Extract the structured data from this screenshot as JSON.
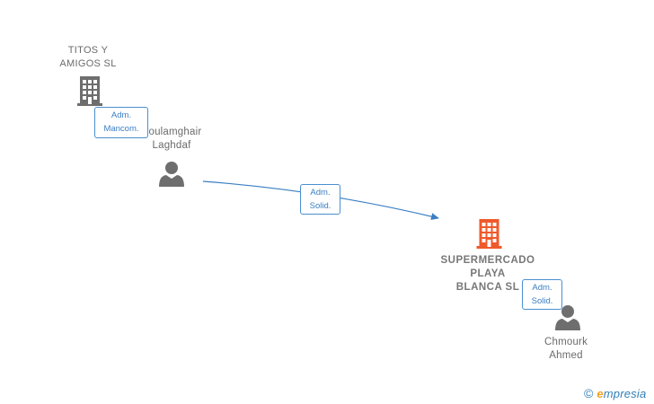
{
  "nodes": {
    "titos": {
      "type": "company",
      "label_lines": [
        "TITOS Y",
        "AMIGOS  SL"
      ],
      "icon": "building-icon",
      "color": "#6e6e6e"
    },
    "boulamghair": {
      "type": "person",
      "label_lines": [
        "Boulamghair",
        "Laghdaf"
      ],
      "icon": "person-icon",
      "color": "#6e6e6e"
    },
    "supermercado": {
      "type": "company",
      "label_lines": [
        "SUPERMERCADO",
        "PLAYA",
        "BLANCA  SL"
      ],
      "icon": "building-icon",
      "color": "#ef5a2b"
    },
    "chmourk": {
      "type": "person",
      "label_lines": [
        "Chmourk",
        "Ahmed"
      ],
      "icon": "person-icon",
      "color": "#6e6e6e"
    }
  },
  "relations": [
    {
      "id": "rel1",
      "from": "boulamghair",
      "to": "titos",
      "label_lines": [
        "Adm.",
        "Mancom."
      ]
    },
    {
      "id": "rel2",
      "from": "boulamghair",
      "to": "supermercado",
      "label_lines": [
        "Adm.",
        "Solid."
      ]
    },
    {
      "id": "rel3",
      "from": "chmourk",
      "to": "supermercado",
      "label_lines": [
        "Adm.",
        "Solid."
      ]
    }
  ],
  "colors": {
    "edge": "#3a7ec4",
    "badge_border": "#4a8fd0"
  },
  "footer": {
    "copyright": "©",
    "brand_first": "e",
    "brand_rest": "mpresia"
  }
}
